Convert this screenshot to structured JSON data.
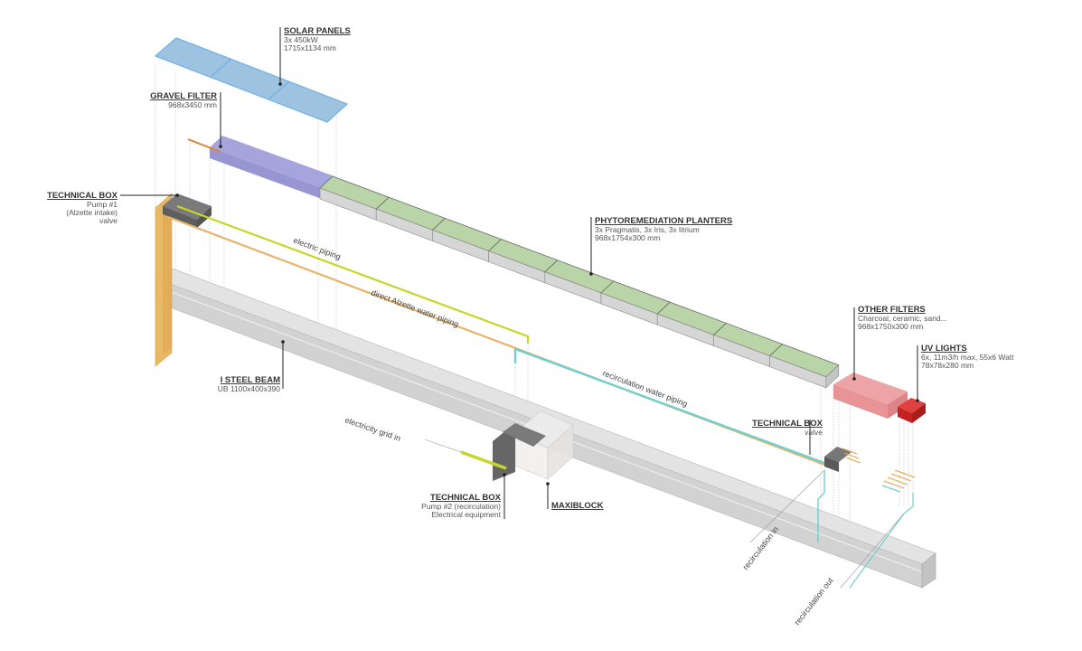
{
  "labels": {
    "solar_panels": {
      "title": "SOLAR PANELS",
      "lines": [
        "3x 450kW",
        "1715x1134 mm"
      ]
    },
    "gravel_filter": {
      "title": "GRAVEL FILTER",
      "lines": [
        "968x3450 mm"
      ]
    },
    "technical_box_1": {
      "title": "TECHNICAL BOX",
      "lines": [
        "Pump #1",
        "(Alzette intake)",
        "valve"
      ]
    },
    "phytoremediation": {
      "title": "PHYTOREMEDIATION PLANTERS",
      "lines": [
        "3x Pragmatis, 3x Iris, 3x litrium",
        "968x1754x300 mm"
      ]
    },
    "other_filters": {
      "title": "OTHER FILTERS",
      "lines": [
        "Charcoal, ceramic, sand...",
        "968x1750x300 mm"
      ]
    },
    "uv_lights": {
      "title": "UV LIGHTS",
      "lines": [
        "6x, 11m3/h max, 55x6 Watt",
        "78x78x280 mm"
      ]
    },
    "technical_box_valve": {
      "title": "TECHNICAL BOX",
      "lines": [
        "valve"
      ]
    },
    "steel_beam": {
      "title": "I STEEL BEAM",
      "lines": [
        "UB 1100x400x390"
      ]
    },
    "technical_box_2": {
      "title": "TECHNICAL BOX",
      "lines": [
        "Pump #2 (recirculation)",
        "Electrical equipment"
      ]
    },
    "maxiblock": {
      "title": "MAXIBLOCK",
      "lines": []
    }
  },
  "pipes": {
    "electric": "electric piping",
    "alzette": "direct Alzette water piping",
    "recirculation": "recirculation water piping",
    "grid_in": "electricity grid in",
    "recirc_in": "recirculation in",
    "recirc_out": "recirculation out"
  },
  "colors": {
    "solar": "#9ec3e0",
    "solar_edge": "#6fb0e6",
    "gravel": "#a6a4dc",
    "planter_fill": "#b9d4a6",
    "planter_side": "#d6d6d6",
    "other_filter": "#eb9a9c",
    "uv": "#d42a2a",
    "electric": "#c6d62a",
    "alzette": "#e8b36a",
    "recirculation": "#6fd0cf",
    "column": "#e9b867",
    "beam": "#d2d2d2",
    "techbox": "#6b6b6b"
  },
  "planter_count": 9
}
